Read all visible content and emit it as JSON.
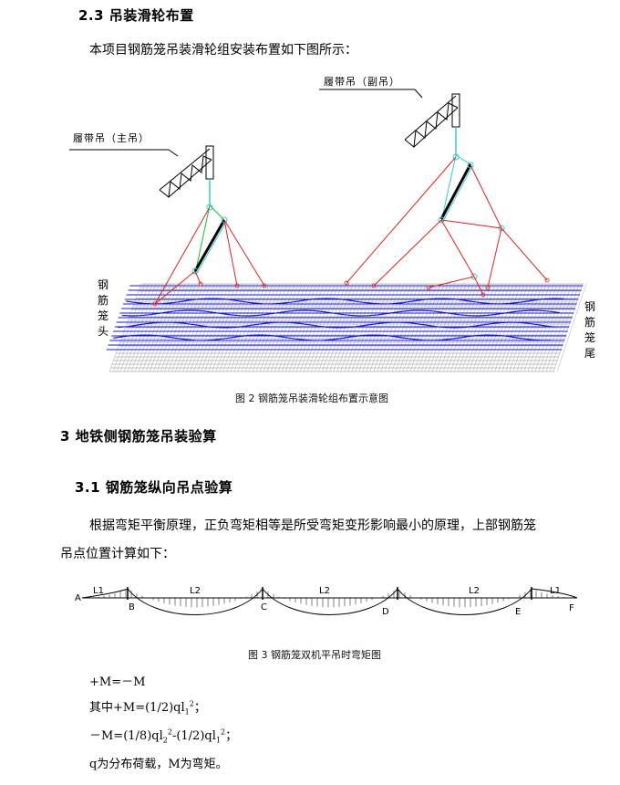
{
  "section_2_3": {
    "heading": "2.3 吊装滑轮布置",
    "intro": "本项目钢筋笼吊装滑轮组安装布置如下图所示："
  },
  "figure2": {
    "label_main": "履带吊（主吊）",
    "label_aux": "履带吊（副吊）",
    "cage_head_chars": [
      "钢",
      "筋",
      "笼",
      "头"
    ],
    "cage_tail_chars": [
      "钢",
      "筋",
      "笼",
      "尾"
    ],
    "caption": "图 2 钢筋笼吊装滑轮组布置示意图"
  },
  "section_3": {
    "heading": "3 地铁侧钢筋笼吊装验算"
  },
  "section_3_1": {
    "heading": "3.1 钢筋笼纵向吊点验算",
    "para_line1": "根据弯矩平衡原理，正负弯矩相等是所受弯矩变形影响最小的原理，上部钢筋笼",
    "para_line2": "吊点位置计算如下："
  },
  "figure3": {
    "points": [
      "A",
      "B",
      "C",
      "D",
      "E",
      "F"
    ],
    "spans": [
      "L1",
      "L2",
      "L2",
      "L2",
      "L1"
    ],
    "caption": "图 3 钢筋笼双机平吊时弯矩图"
  },
  "formulas": {
    "f1": "+M=－M",
    "f2_prefix": "其中+M=(1/2)ql",
    "f2_sub": "1",
    "f2_sup": "2",
    "f2_suffix": "；",
    "f3_a": "－M=(1/8)ql",
    "f3_sub1": "2",
    "f3_sup1": "2",
    "f3_b": "-(1/2)ql",
    "f3_sub2": "1",
    "f3_sup2": "2",
    "f3_suffix": "；",
    "f4": "q为分布荷载，M为弯矩。"
  }
}
